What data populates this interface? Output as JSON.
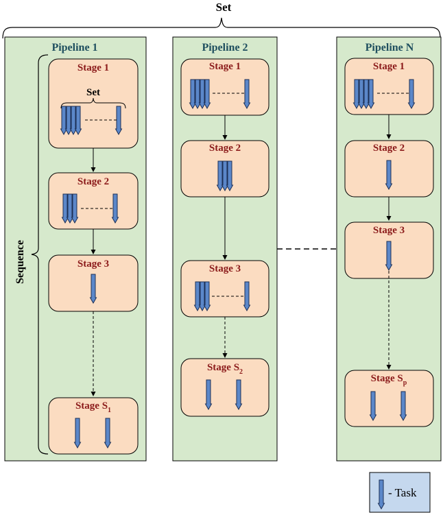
{
  "labels": {
    "top_set": "Set",
    "inner_set": "Set",
    "sequence": "Sequence",
    "legend_task": "- Task"
  },
  "pipelines": [
    {
      "name": "Pipeline 1",
      "stages": [
        {
          "label": "Stage 1",
          "sub": ""
        },
        {
          "label": "Stage 2",
          "sub": ""
        },
        {
          "label": "Stage 3",
          "sub": ""
        },
        {
          "label": "Stage S",
          "sub": "1"
        }
      ]
    },
    {
      "name": "Pipeline 2",
      "stages": [
        {
          "label": "Stage 1",
          "sub": ""
        },
        {
          "label": "Stage 2",
          "sub": ""
        },
        {
          "label": "Stage 3",
          "sub": ""
        },
        {
          "label": "Stage S",
          "sub": "2"
        }
      ]
    },
    {
      "name": "Pipeline N",
      "stages": [
        {
          "label": "Stage 1",
          "sub": ""
        },
        {
          "label": "Stage 2",
          "sub": ""
        },
        {
          "label": "Stage 3",
          "sub": ""
        },
        {
          "label": "Stage S",
          "sub": "p"
        }
      ]
    }
  ],
  "colors": {
    "pipeline_fill": "#d6e9cc",
    "stage_fill": "#fbdcc1",
    "task_fill": "#5b87c9",
    "pipeline_title": "#1f4f5f",
    "stage_title": "#8b1a1a",
    "legend_fill": "#c5d8ee"
  }
}
